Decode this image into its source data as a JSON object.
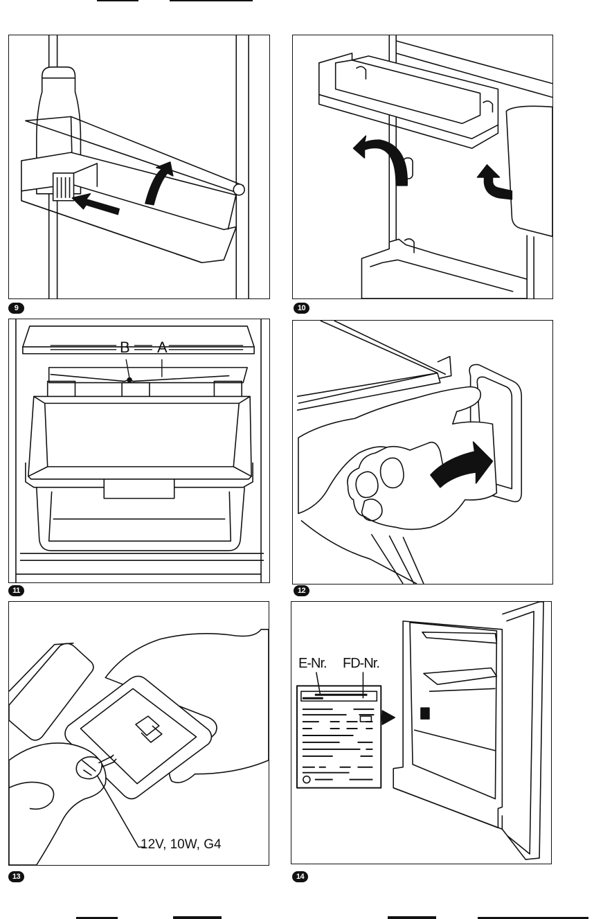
{
  "figures": [
    {
      "number": "9"
    },
    {
      "number": "10"
    },
    {
      "number": "11",
      "labels": {
        "b": "B",
        "a": "A"
      }
    },
    {
      "number": "12"
    },
    {
      "number": "13",
      "labels": {
        "bulb": "12V, 10W, G4"
      }
    },
    {
      "number": "14",
      "labels": {
        "e_nr": "E-Nr.",
        "fd_nr": "FD-Nr."
      }
    }
  ],
  "colors": {
    "ink": "#111111",
    "paper": "#ffffff"
  }
}
